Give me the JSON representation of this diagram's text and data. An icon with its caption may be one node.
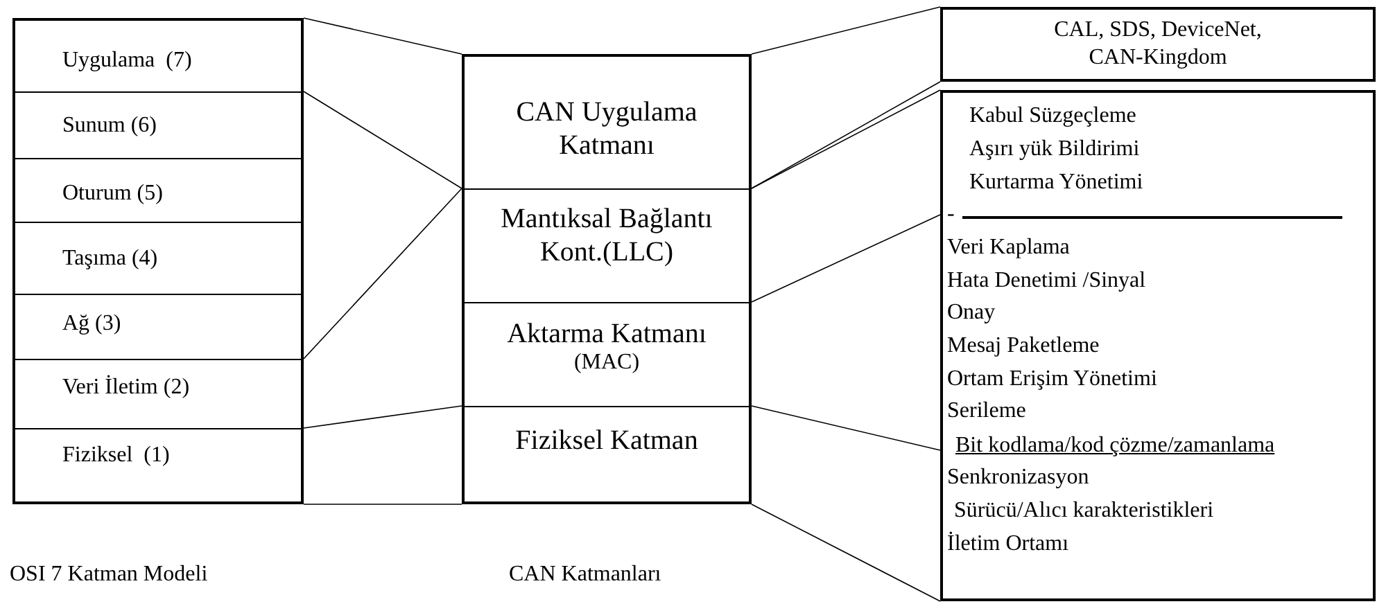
{
  "diagram": {
    "nodes": [
      {
        "text": [],
        "shape": "box"
      },
      {
        "text": [
          "Uygulama  (7)"
        ],
        "in": 0
      },
      {
        "text": [
          "Sunum (6)"
        ],
        "in": 0
      },
      {
        "text": [
          "Oturum (5)"
        ],
        "in": 0
      },
      {
        "text": [
          "Taşıma (4)"
        ],
        "in": 0
      },
      {
        "text": [
          "Ağ (3)"
        ],
        "in": 0
      },
      {
        "text": [
          "Veri İletim (2)"
        ],
        "in": 0
      },
      {
        "text": [
          "Fiziksel  (1)"
        ],
        "in": 0
      },
      {
        "text": [],
        "shape": "box"
      },
      {
        "text": [
          "CAN Uygulama Katmanı"
        ],
        "in": 8
      },
      {
        "text": [
          "Mantıksal Bağlantı Kont.(LLC)"
        ],
        "in": 8
      },
      {
        "text": [
          "Aktarma Katmanı",
          "(MAC)"
        ],
        "in": 8
      },
      {
        "text": [
          "Fiziksel Katman"
        ],
        "in": 8
      },
      {
        "text": [
          "CAL, SDS, DeviceNet, CAN-Kingdom"
        ]
      },
      {
        "text": [
          "Kabul Süzgeçleme",
          "Aşırı yük Bildirimi",
          "Kurtarma Yönetimi",
          "-",
          "Veri Kaplama",
          "Hata Denetimi /Sinyal",
          "Onay",
          "Mesaj Paketleme",
          "Ortam Erişim Yönetimi",
          "Serileme",
          "Bit kodlama/kod çözme/zamanlama",
          "Senkronizasyon",
          "Sürücü/Alıcı karakteristikleri",
          "İletim Ortamı"
        ]
      }
    ],
    "edges": [
      {
        "from": 0,
        "to": 8,
        "arrow": "none"
      },
      {
        "from": 2,
        "to": 10,
        "arrow": "none"
      },
      {
        "from": 5,
        "to": 10,
        "arrow": "none"
      },
      {
        "from": 7,
        "to": 12,
        "arrow": "none"
      },
      {
        "from": 0,
        "to": 8,
        "arrow": "none"
      },
      {
        "from": 8,
        "to": 13,
        "arrow": "none"
      },
      {
        "from": 10,
        "to": 13,
        "arrow": "none"
      },
      {
        "from": 10,
        "to": 14,
        "arrow": "none"
      },
      {
        "from": 11,
        "to": 14,
        "arrow": "none"
      },
      {
        "from": 12,
        "to": 14,
        "arrow": "none"
      },
      {
        "from": 8,
        "to": 14,
        "arrow": "none"
      }
    ],
    "labels": [
      "OSI 7 Katman Modeli",
      "CAN Katmanları"
    ]
  }
}
